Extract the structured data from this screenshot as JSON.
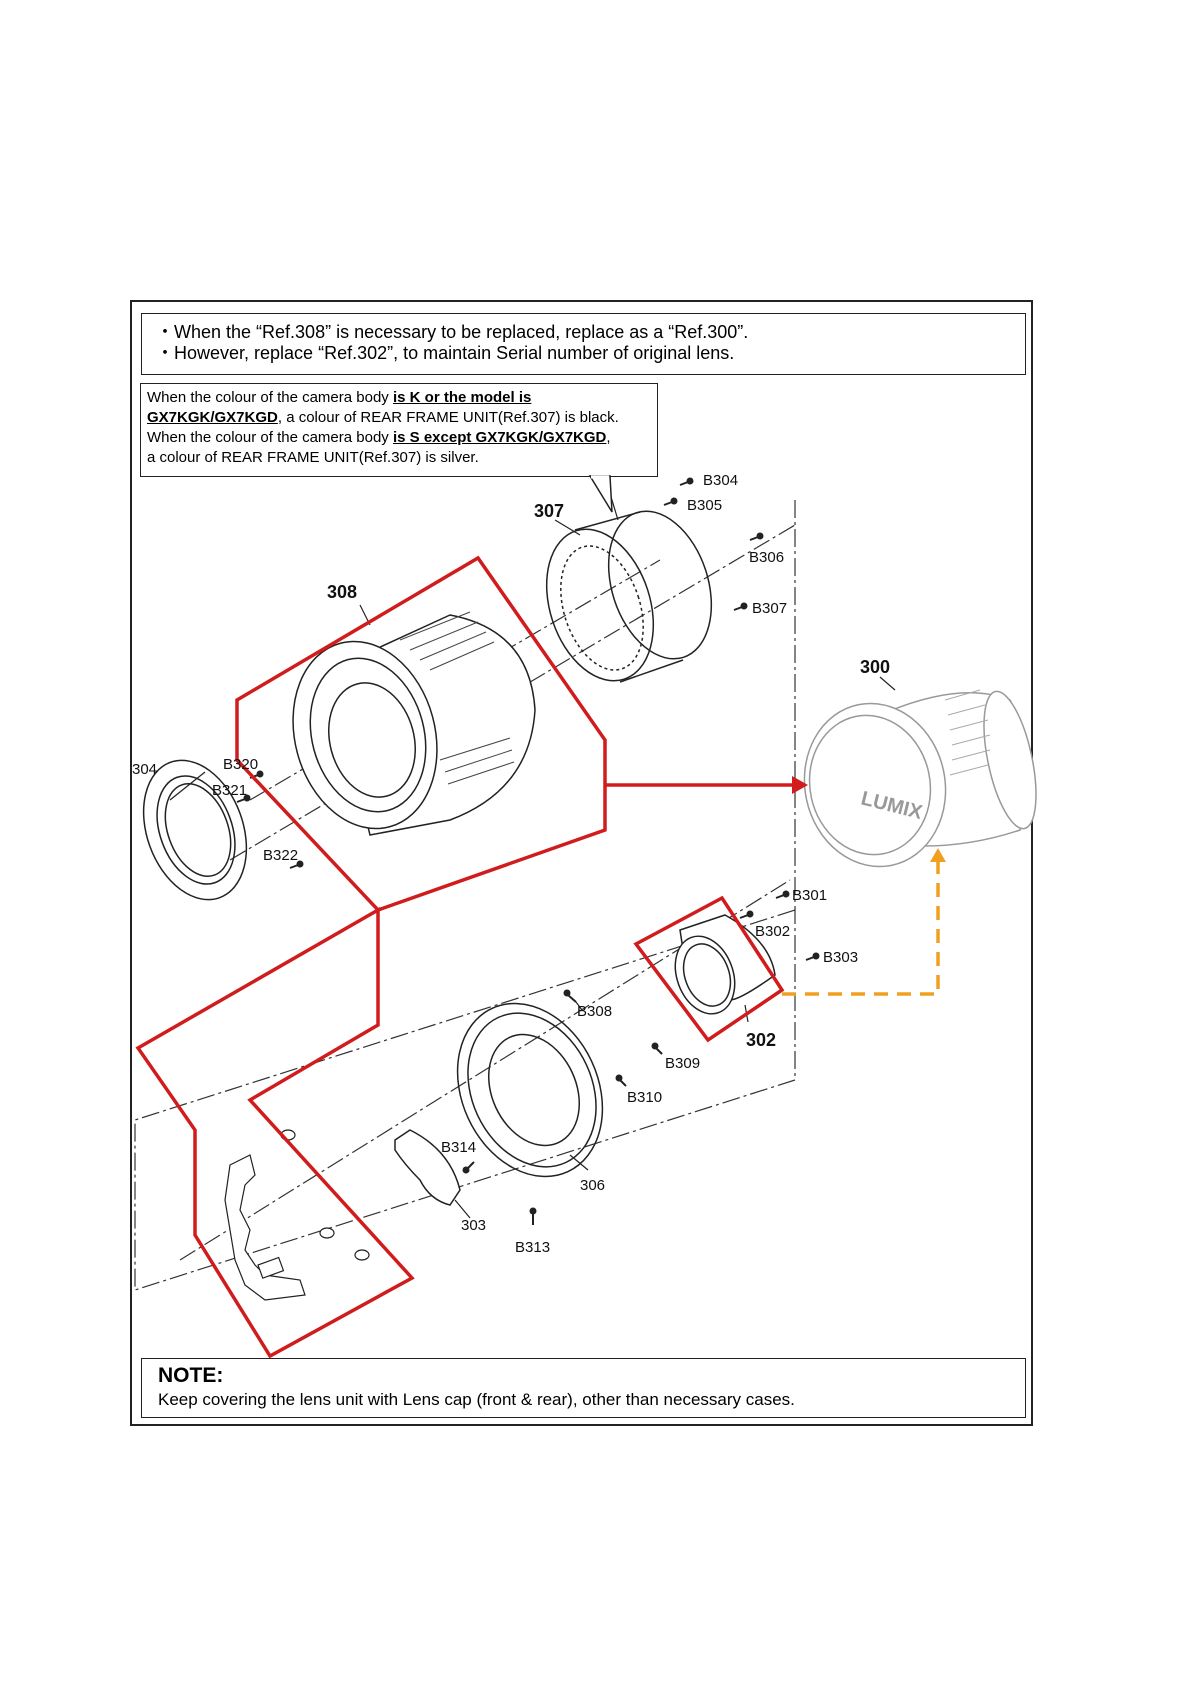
{
  "top_note": {
    "line1": "・When the “Ref.308” is necessary to be replaced, replace as a “Ref.300”.",
    "line2": "・However, replace “Ref.302”, to maintain Serial number of original lens."
  },
  "callout": {
    "l1a": "When the colour of the camera body ",
    "l1b": "is K or the model is ",
    "l2a": "GX7KGK/GX7KGD",
    "l2b": ", a colour of REAR FRAME UNIT(Ref.307) is black.",
    "l3a": "When the colour of the camera body ",
    "l3b": "is S except GX7KGK/GX7KGD",
    "l3c": ",",
    "l4": "a colour of REAR FRAME UNIT(Ref.307) is silver."
  },
  "labels": {
    "ref307": "307",
    "ref308": "308",
    "ref300": "300",
    "ref302": "302",
    "ref304": "304",
    "ref303": "303",
    "ref306": "306",
    "b301": "B301",
    "b302": "B302",
    "b303": "B303",
    "b304": "B304",
    "b305": "B305",
    "b306": "B306",
    "b307": "B307",
    "b308": "B308",
    "b309": "B309",
    "b310": "B310",
    "b313": "B313",
    "b314": "B314",
    "b320": "B320",
    "b321": "B321",
    "b322": "B322",
    "lumix": "LUMIX"
  },
  "bottom_note": {
    "title": "NOTE:",
    "text": "Keep covering the lens unit with Lens cap (front & rear), other than necessary cases."
  },
  "colors": {
    "highlight_red": "#d01c1c",
    "arrow_orange": "#f0a020",
    "line": "#222222"
  }
}
